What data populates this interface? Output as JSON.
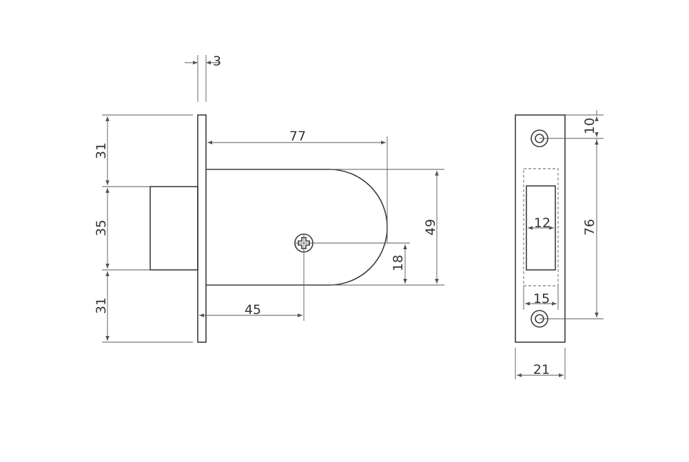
{
  "drawing": {
    "side_view": {
      "faceplate_thickness": "3",
      "top_offset": "31",
      "bolt_height": "35",
      "bottom_offset": "31",
      "case_length": "77",
      "case_height": "49",
      "screw_height": "18",
      "backset": "45"
    },
    "strike_plate": {
      "hole_offset": "10",
      "hole_spacing": "76",
      "cutout_width": "12",
      "pocket_width": "15",
      "plate_width": "21"
    }
  },
  "colors": {
    "line": "#3a3a3a",
    "dimension": "#555555",
    "background": "#ffffff"
  }
}
